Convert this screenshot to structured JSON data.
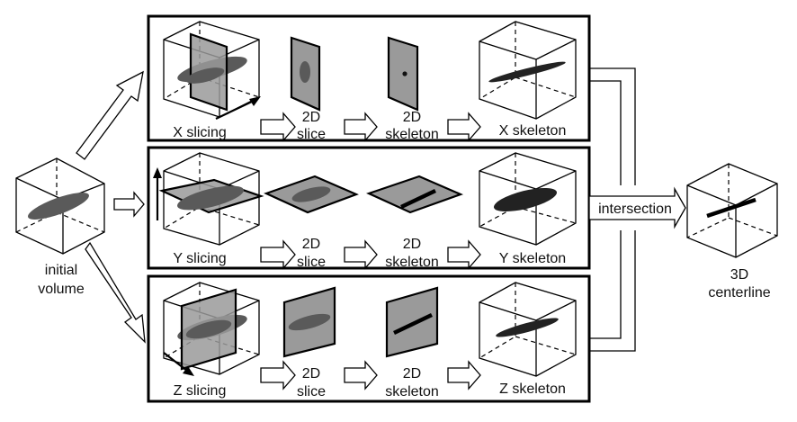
{
  "input": {
    "line1": "initial",
    "line2": "volume"
  },
  "rows": [
    {
      "slicing": "X slicing",
      "slice_l1": "2D",
      "slice_l2": "slice",
      "skel_l1": "2D",
      "skel_l2": "skeleton",
      "result": "X skeleton"
    },
    {
      "slicing": "Y slicing",
      "slice_l1": "2D",
      "slice_l2": "slice",
      "skel_l1": "2D",
      "skel_l2": "skeleton",
      "result": "Y skeleton"
    },
    {
      "slicing": "Z slicing",
      "slice_l1": "2D",
      "slice_l2": "slice",
      "skel_l1": "2D",
      "skel_l2": "skeleton",
      "result": "Z skeleton"
    }
  ],
  "merge": {
    "label": "intersection"
  },
  "output": {
    "line1": "3D",
    "line2": "centerline"
  },
  "colors": {
    "plane": "#9a9a9a",
    "blob": "#5a5a5a",
    "dark_blob": "#222222"
  }
}
